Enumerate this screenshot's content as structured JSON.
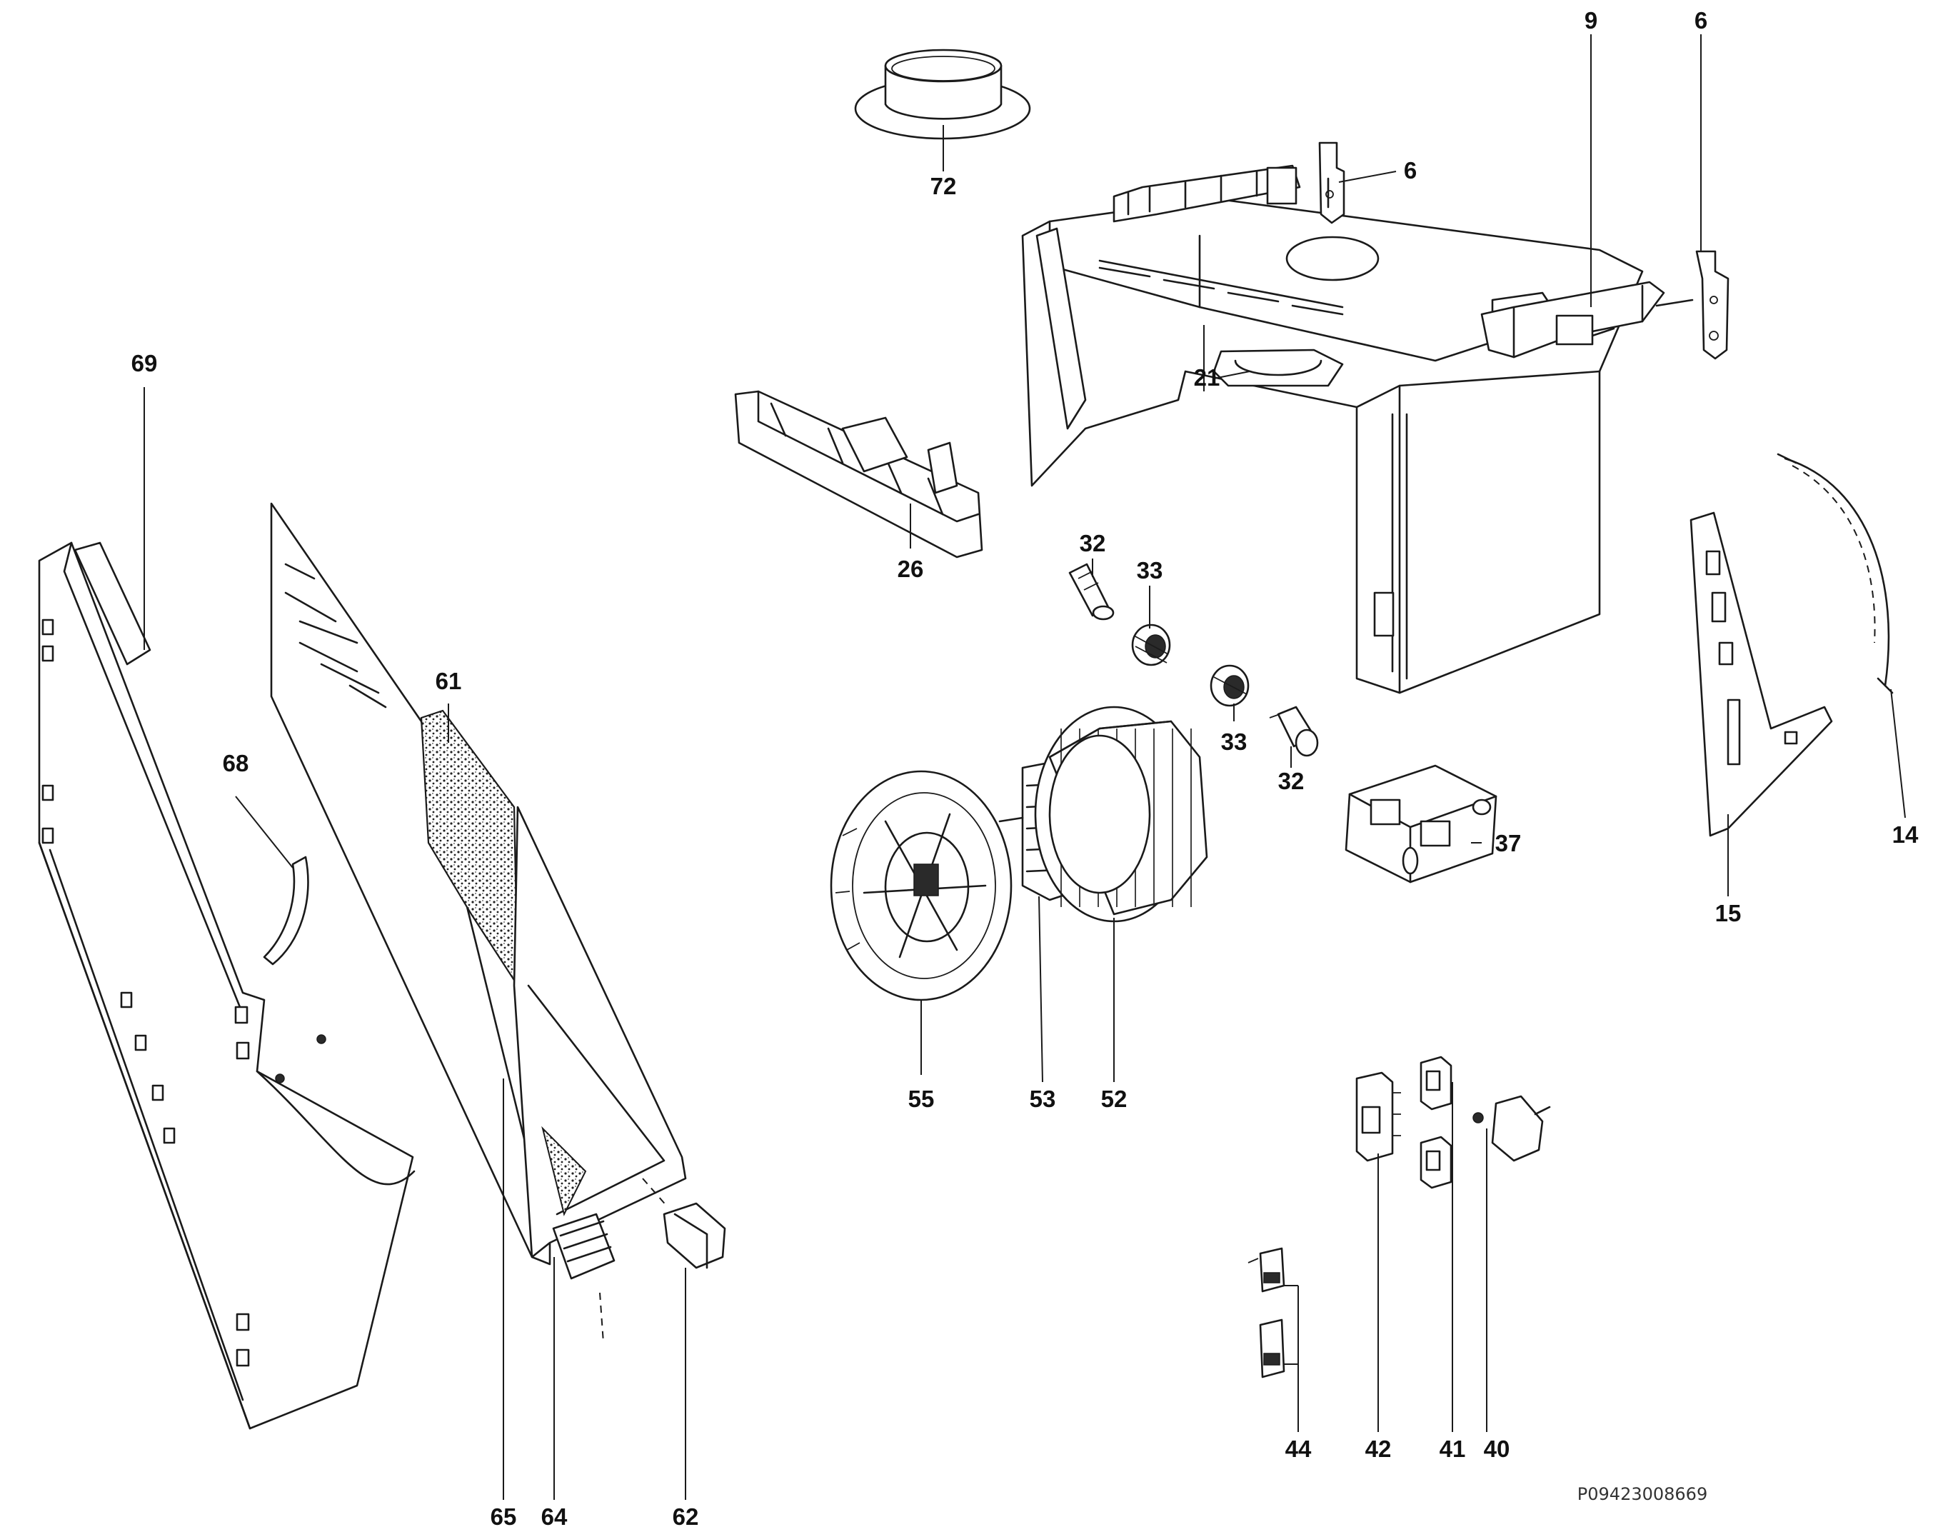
{
  "diagram": {
    "reference_code": "P09423008669",
    "callouts": {
      "c72": "72",
      "c9": "9",
      "c6a": "6",
      "c6b": "6",
      "c21": "21",
      "c26": "26",
      "c69": "69",
      "c61": "61",
      "c68": "68",
      "c32a": "32",
      "c33a": "33",
      "c33b": "33",
      "c32b": "32",
      "c37": "37",
      "c14": "14",
      "c15": "15",
      "c55": "55",
      "c53": "53",
      "c52": "52",
      "c42": "42",
      "c41": "41",
      "c40": "40",
      "c44": "44",
      "c65": "65",
      "c64": "64",
      "c62": "62"
    }
  }
}
